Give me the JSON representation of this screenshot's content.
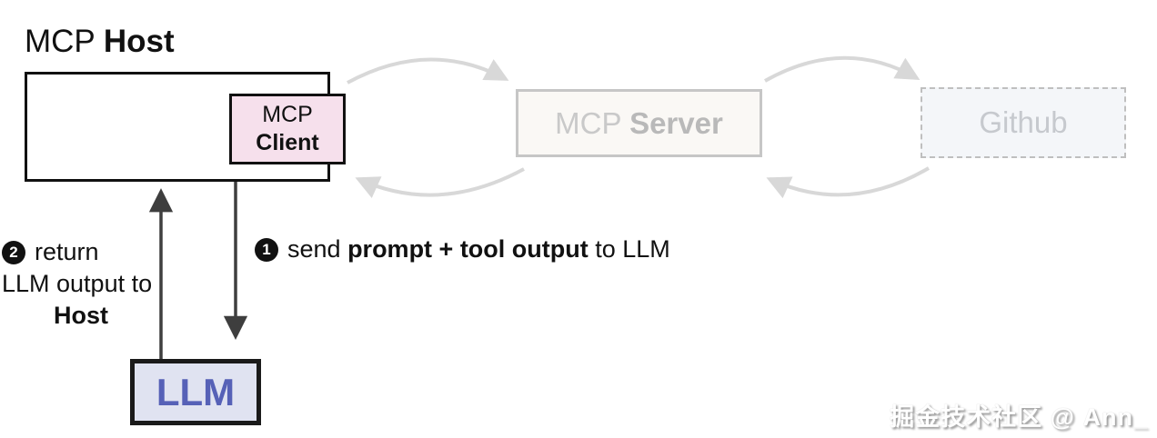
{
  "diagram": {
    "title": {
      "normal": "MCP ",
      "bold": "Host"
    },
    "host_box": {
      "role": "MCP Host container"
    },
    "client_box": {
      "line1": "MCP",
      "line2": "Client",
      "bg_color": "#f6e0ec",
      "border_color": "#111111"
    },
    "server_box": {
      "normal": "MCP ",
      "bold": "Server",
      "bg_color": "#faf8f5",
      "text_color": "#c9c9c9",
      "state": "faded"
    },
    "github_box": {
      "label": "Github",
      "bg_color": "#f4f6f9",
      "text_color": "#c6c9ce",
      "state": "faded"
    },
    "llm_box": {
      "label": "LLM",
      "bg_color": "#e0e3f1",
      "text_color": "#5661b7",
      "border_color": "#1a1a1a"
    },
    "steps": [
      {
        "badge": "1",
        "pre": "send ",
        "bold": "prompt + tool output",
        "post": " to LLM"
      },
      {
        "badge": "2",
        "line1": "return",
        "line2": "LLM output to",
        "line3": "Host"
      }
    ],
    "colors": {
      "dark_arrow": "#3e3e3e",
      "faded_arrow": "#d8d8d8",
      "outline": "#111111"
    }
  },
  "watermark": "掘金技术社区 @ Ann_"
}
